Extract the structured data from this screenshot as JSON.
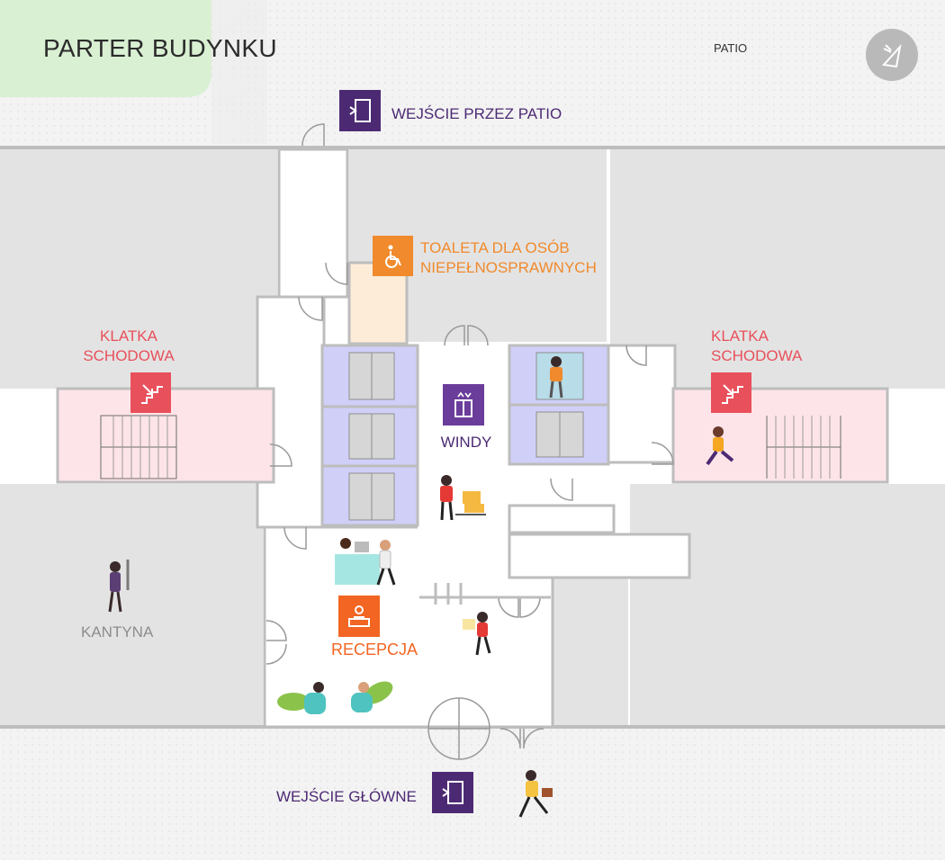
{
  "title": "PARTER BUDYNKU",
  "patio_label": "PATIO",
  "patio_entrance": "WEJŚCIE PRZEZ PATIO",
  "toilet": {
    "line1": "TOALETA DLA OSÓB",
    "line2": "NIEPEŁNOSPRAWNYCH"
  },
  "stairs_left": {
    "line1": "KLATKA",
    "line2": "SCHODOWA"
  },
  "stairs_right": {
    "line1": "KLATKA",
    "line2": "SCHODOWA"
  },
  "elevators": "WINDY",
  "canteen": "KANTYNA",
  "reception": "RECEPCJA",
  "main_entrance": "WEJŚCIE GŁÓWNE",
  "colors": {
    "purple": "#4c2a73",
    "orange": "#f08a2c",
    "reception_orange": "#f26522",
    "red": "#e8505b",
    "stair_room": "#fde4e8",
    "elevator_room": "#cfcff8",
    "toilet_room": "#fdecd8",
    "green_area": "#d9f0d3",
    "grey_room": "#e3e3e3"
  },
  "icons": [
    "compass-icon",
    "door-entrance-icon",
    "wheelchair-icon",
    "stairs-icon",
    "elevator-icon",
    "reception-desk-icon"
  ]
}
